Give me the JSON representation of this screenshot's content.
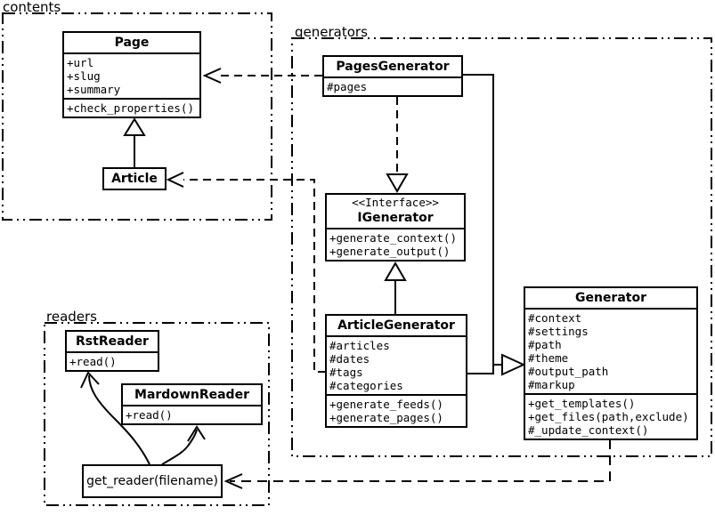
{
  "packages": {
    "contents": {
      "label": "contents"
    },
    "generators": {
      "label": "generators"
    },
    "readers": {
      "label": "readers"
    }
  },
  "classes": {
    "page": {
      "title": "Page",
      "attributes": [
        "+url",
        "+slug",
        "+summary"
      ],
      "methods": [
        "+check_properties()"
      ]
    },
    "article": {
      "title": "Article"
    },
    "pages_generator": {
      "title": "PagesGenerator",
      "attributes": [
        "#pages"
      ]
    },
    "igenerator": {
      "stereotype": "<<Interface>>",
      "title": "IGenerator",
      "methods": [
        "+generate_context()",
        "+generate_output()"
      ]
    },
    "article_generator": {
      "title": "ArticleGenerator",
      "attributes": [
        "#articles",
        "#dates",
        "#tags",
        "#categories"
      ],
      "methods": [
        "+generate_feeds()",
        "+generate_pages()"
      ]
    },
    "generator": {
      "title": "Generator",
      "attributes": [
        "#context",
        "#settings",
        "#path",
        "#theme",
        "#output_path",
        "#markup"
      ],
      "methods": [
        "+get_templates()",
        "+get_files(path,exclude)",
        "#_update_context()"
      ]
    },
    "rst_reader": {
      "title": "RstReader",
      "methods": [
        "+read()"
      ]
    },
    "mardown_reader": {
      "title": "MardownReader",
      "methods": [
        "+read()"
      ]
    },
    "get_reader": {
      "label": "get_reader(filename)"
    }
  },
  "relations": [
    {
      "from": "Article",
      "to": "Page",
      "type": "inheritance-solid"
    },
    {
      "from": "PagesGenerator",
      "to": "Page",
      "type": "dependency-dashed"
    },
    {
      "from": "ArticleGenerator",
      "to": "Article",
      "type": "dependency-dashed"
    },
    {
      "from": "PagesGenerator",
      "to": "IGenerator",
      "type": "realization-dashed"
    },
    {
      "from": "ArticleGenerator",
      "to": "IGenerator",
      "type": "inheritance-solid"
    },
    {
      "from": "PagesGenerator",
      "to": "Generator",
      "type": "inheritance-solid"
    },
    {
      "from": "ArticleGenerator",
      "to": "Generator",
      "type": "inheritance-solid"
    },
    {
      "from": "Generator",
      "to": "get_reader(filename)",
      "type": "dependency-dashed"
    },
    {
      "from": "get_reader(filename)",
      "to": "RstReader",
      "type": "arrow-curved"
    },
    {
      "from": "get_reader(filename)",
      "to": "MardownReader",
      "type": "arrow-curved"
    }
  ],
  "colors": {
    "line": "#000000",
    "background": "#ffffff",
    "box_fill": "#ffffff"
  }
}
